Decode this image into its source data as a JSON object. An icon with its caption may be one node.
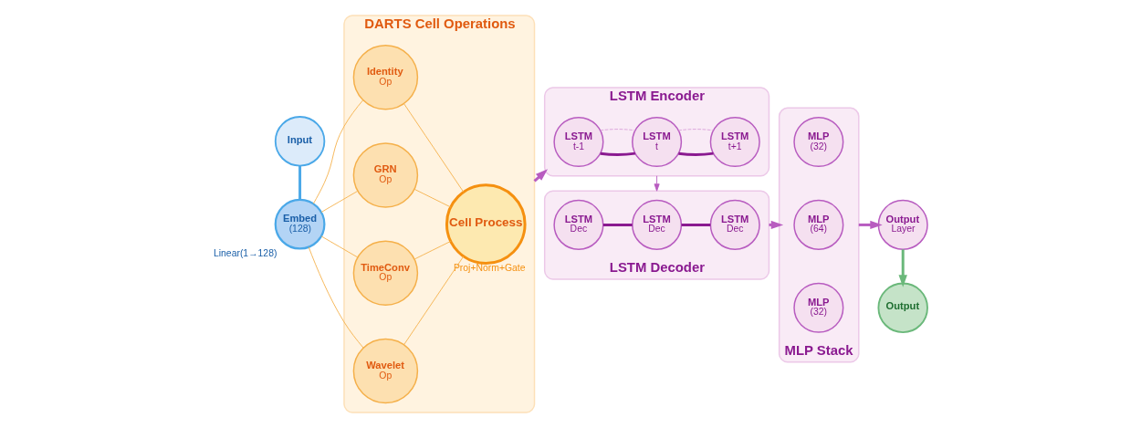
{
  "diagram": {
    "nodes": [
      {
        "text": [
          "Input"
        ]
      },
      {
        "text": [
          "Embed",
          "(128)"
        ],
        "beside": [
          "Linear(1→128)"
        ]
      },
      {
        "text": [
          "DARTS Cell Operations"
        ]
      },
      {
        "text": [
          "Identity",
          "Op"
        ],
        "in": 2
      },
      {
        "text": [
          "GRN",
          "Op"
        ],
        "in": 2
      },
      {
        "text": [
          "TimeConv",
          "Op"
        ],
        "in": 2
      },
      {
        "text": [
          "Wavelet",
          "Op"
        ],
        "in": 2
      },
      {
        "text": [
          "Cell Process"
        ],
        "beside": [
          "Proj+Norm+Gate"
        ],
        "in": 2
      },
      {
        "text": [
          "LSTM Encoder"
        ]
      },
      {
        "text": [
          "LSTM",
          "t-1"
        ],
        "in": 8
      },
      {
        "text": [
          "LSTM",
          "t"
        ],
        "in": 8
      },
      {
        "text": [
          "LSTM",
          "t+1"
        ],
        "in": 8
      },
      {
        "text": [
          "LSTM Decoder"
        ]
      },
      {
        "text": [
          "LSTM",
          "Dec"
        ],
        "in": 12
      },
      {
        "text": [
          "LSTM",
          "Dec"
        ],
        "in": 12
      },
      {
        "text": [
          "LSTM",
          "Dec"
        ],
        "in": 12
      },
      {
        "text": [
          "MLP Stack"
        ]
      },
      {
        "text": [
          "MLP",
          "(32)"
        ],
        "in": 16
      },
      {
        "text": [
          "MLP",
          "(64)"
        ],
        "in": 16
      },
      {
        "text": [
          "MLP",
          "(32)"
        ],
        "in": 16
      },
      {
        "text": [
          "Output",
          "Layer"
        ]
      },
      {
        "text": [
          "Output"
        ]
      }
    ],
    "edges": [
      {
        "from": 0,
        "to": 1,
        "arrow": "none",
        "style": "thick",
        "color": "#4aa8e8"
      },
      {
        "from": 1,
        "to": 3,
        "arrow": "none"
      },
      {
        "from": 1,
        "to": 4,
        "arrow": "none"
      },
      {
        "from": 1,
        "to": 5,
        "arrow": "none"
      },
      {
        "from": 1,
        "to": 6,
        "arrow": "none"
      },
      {
        "from": 3,
        "to": 7,
        "arrow": "none"
      },
      {
        "from": 4,
        "to": 7,
        "arrow": "none"
      },
      {
        "from": 5,
        "to": 7,
        "arrow": "none"
      },
      {
        "from": 6,
        "to": 7,
        "arrow": "none"
      },
      {
        "from": 2,
        "to": 8,
        "arrow": "to",
        "style": "thick",
        "color": "#b85cc0"
      },
      {
        "from": 9,
        "to": 10,
        "arrow": "none",
        "style": "thick",
        "color": "#8a1a90"
      },
      {
        "from": 10,
        "to": 11,
        "arrow": "none",
        "style": "thick",
        "color": "#8a1a90"
      },
      {
        "from": 9,
        "to": 10,
        "arrow": "none",
        "style": "dashed",
        "color": "#d9a0d9"
      },
      {
        "from": 10,
        "to": 11,
        "arrow": "none",
        "style": "dashed",
        "color": "#d9a0d9"
      },
      {
        "from": 8,
        "to": 12,
        "arrow": "to",
        "color": "#b85cc0"
      },
      {
        "from": 13,
        "to": 14,
        "arrow": "none",
        "style": "thick",
        "color": "#8a1a90"
      },
      {
        "from": 14,
        "to": 15,
        "arrow": "none",
        "style": "thick",
        "color": "#8a1a90"
      },
      {
        "from": 12,
        "to": 16,
        "arrow": "to",
        "style": "thick",
        "color": "#b85cc0"
      },
      {
        "from": 16,
        "to": 20,
        "arrow": "to",
        "style": "thick",
        "color": "#b85cc0"
      },
      {
        "from": 20,
        "to": 21,
        "arrow": "to",
        "style": "thick",
        "color": "#6ab87a"
      }
    ]
  }
}
